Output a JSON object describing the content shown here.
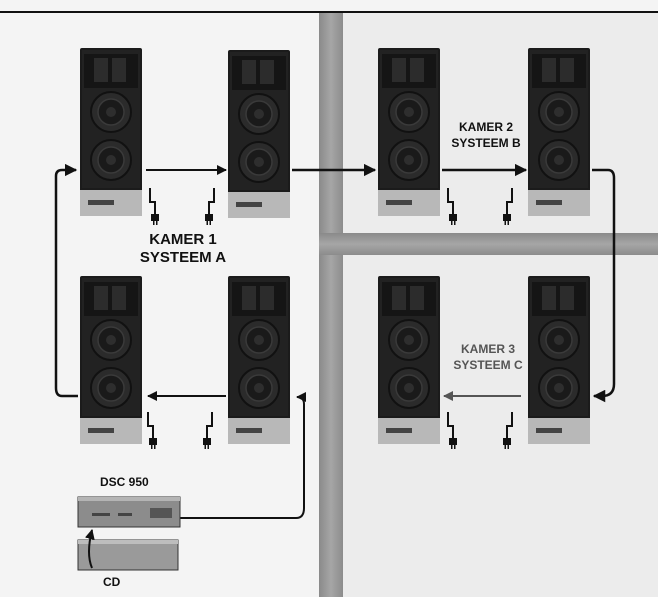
{
  "rooms": {
    "kamer1": {
      "line1": "KAMER 1",
      "line2": "SYSTEEM A"
    },
    "kamer2": {
      "line1": "KAMER 2",
      "line2": "SYSTEEM B"
    },
    "kamer3": {
      "line1": "KAMER 3",
      "line2": "SYSTEEM C"
    }
  },
  "devices": {
    "processor": "DSC 950",
    "source": "CD"
  },
  "colors": {
    "background": "#f4f4f4",
    "wall": "#9a9a9a",
    "speaker_dark": "#1c1c1c",
    "speaker_light": "#4a4a4a",
    "wire": "#111111"
  }
}
